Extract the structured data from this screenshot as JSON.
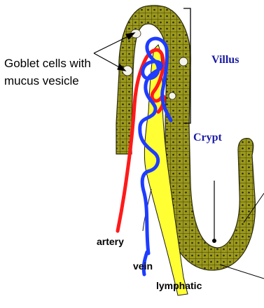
{
  "labels": {
    "goblet_cells": "Goblet cells with mucus vesicle",
    "villus": "Villus",
    "crypt": "Crypt",
    "artery": "artery",
    "vein": "vein",
    "lymphatic": "lymphatic"
  },
  "colors": {
    "epithelium": "#9c9a1c",
    "cell_border": "#2b2a0e",
    "nucleus": "#2a2a16",
    "goblet_cell": "#f4f4ec",
    "artery": "#ff1a1a",
    "vein": "#1e3cff",
    "lymphatic": "#ffff33",
    "label_blue": "#1a1aa6"
  }
}
